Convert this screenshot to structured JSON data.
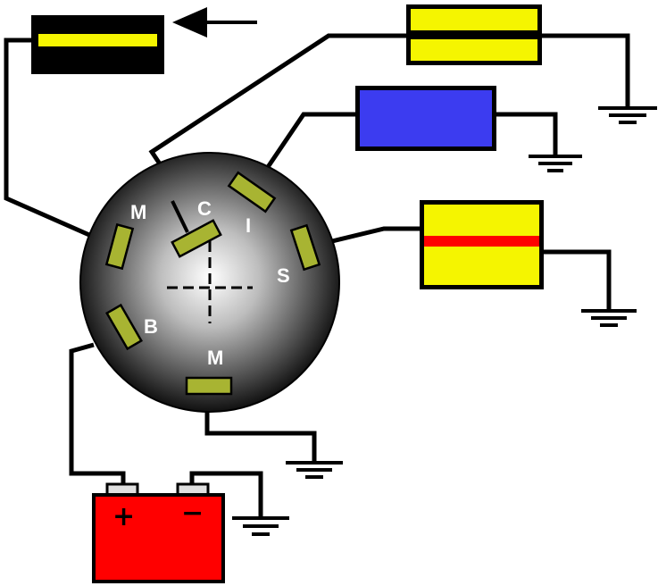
{
  "colors": {
    "background": "#ffffff",
    "wire": "#000000",
    "contact": "#a8b432",
    "yellow": "#f5f500",
    "blue": "#3c3cf0",
    "red": "#ff0000",
    "black": "#000000"
  },
  "switch": {
    "contacts": {
      "m_top": "M",
      "c": "C",
      "i": "I",
      "s": "S",
      "b": "B",
      "m_bottom": "M"
    }
  },
  "battery": {
    "plus": "+",
    "minus": "−"
  },
  "icons": [
    "arrow-left-icon",
    "ground-icon"
  ]
}
